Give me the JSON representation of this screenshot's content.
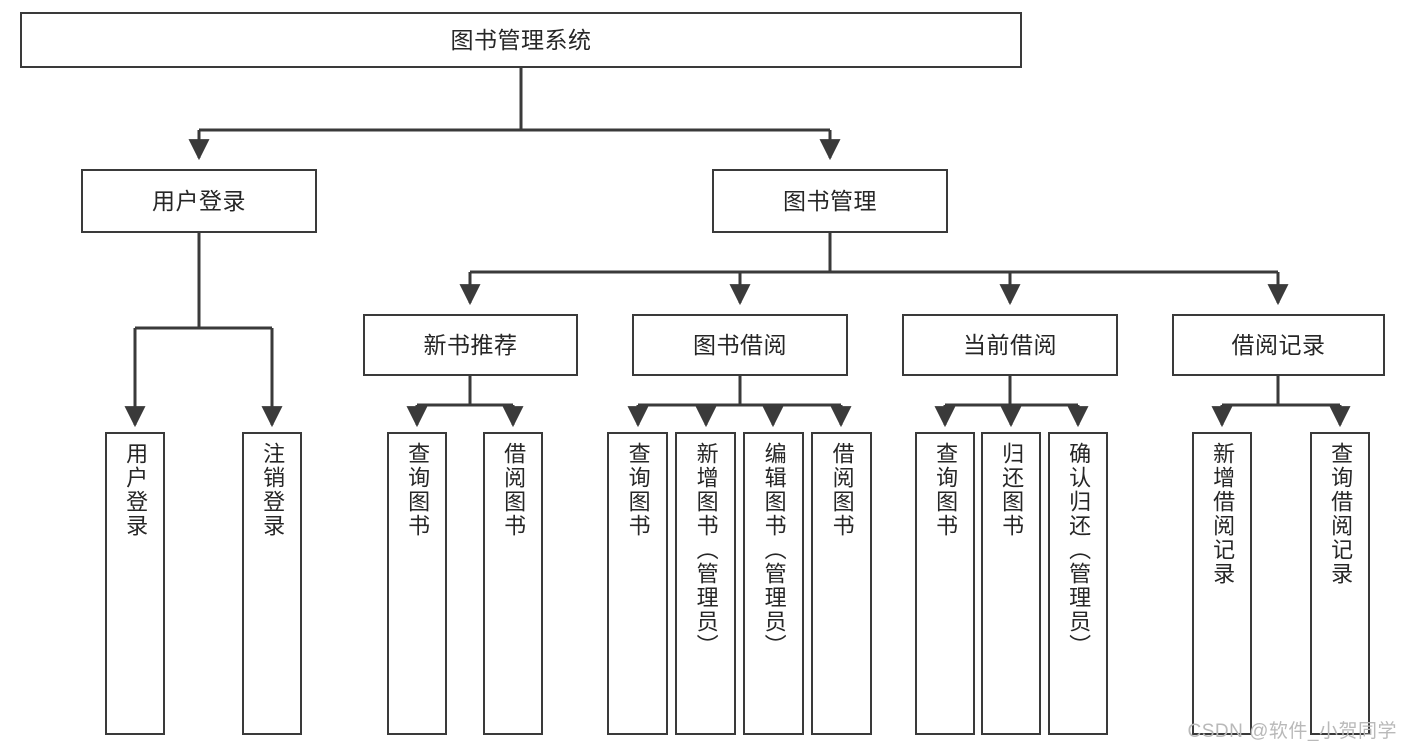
{
  "diagram": {
    "type": "tree",
    "title": "图书管理系统",
    "watermark": "CSDN @软件_小贺同学",
    "colors": {
      "box_border": "#3a3a3a",
      "box_fill": "#ffffff",
      "connector": "#3a3a3a",
      "text": "#262626",
      "watermark": "#b9b9b9"
    },
    "levels": {
      "root": {
        "label": "图书管理系统"
      },
      "level2": [
        {
          "label": "用户登录"
        },
        {
          "label": "图书管理"
        }
      ],
      "level3": [
        {
          "label": "新书推荐"
        },
        {
          "label": "图书借阅"
        },
        {
          "label": "当前借阅"
        },
        {
          "label": "借阅记录"
        }
      ],
      "leaves": {
        "user_login": [
          {
            "label": "用户登录"
          },
          {
            "label": "注销登录"
          }
        ],
        "new_book_recommend": [
          {
            "label": "查询图书"
          },
          {
            "label": "借阅图书"
          }
        ],
        "book_borrow": [
          {
            "label": "查询图书"
          },
          {
            "label": "新增图书（管理员）"
          },
          {
            "label": "编辑图书（管理员）"
          },
          {
            "label": "借阅图书"
          }
        ],
        "current_borrow": [
          {
            "label": "查询图书"
          },
          {
            "label": "归还图书"
          },
          {
            "label": "确认归还（管理员）"
          }
        ],
        "borrow_record": [
          {
            "label": "新增借阅记录"
          },
          {
            "label": "查询借阅记录"
          }
        ]
      }
    }
  }
}
